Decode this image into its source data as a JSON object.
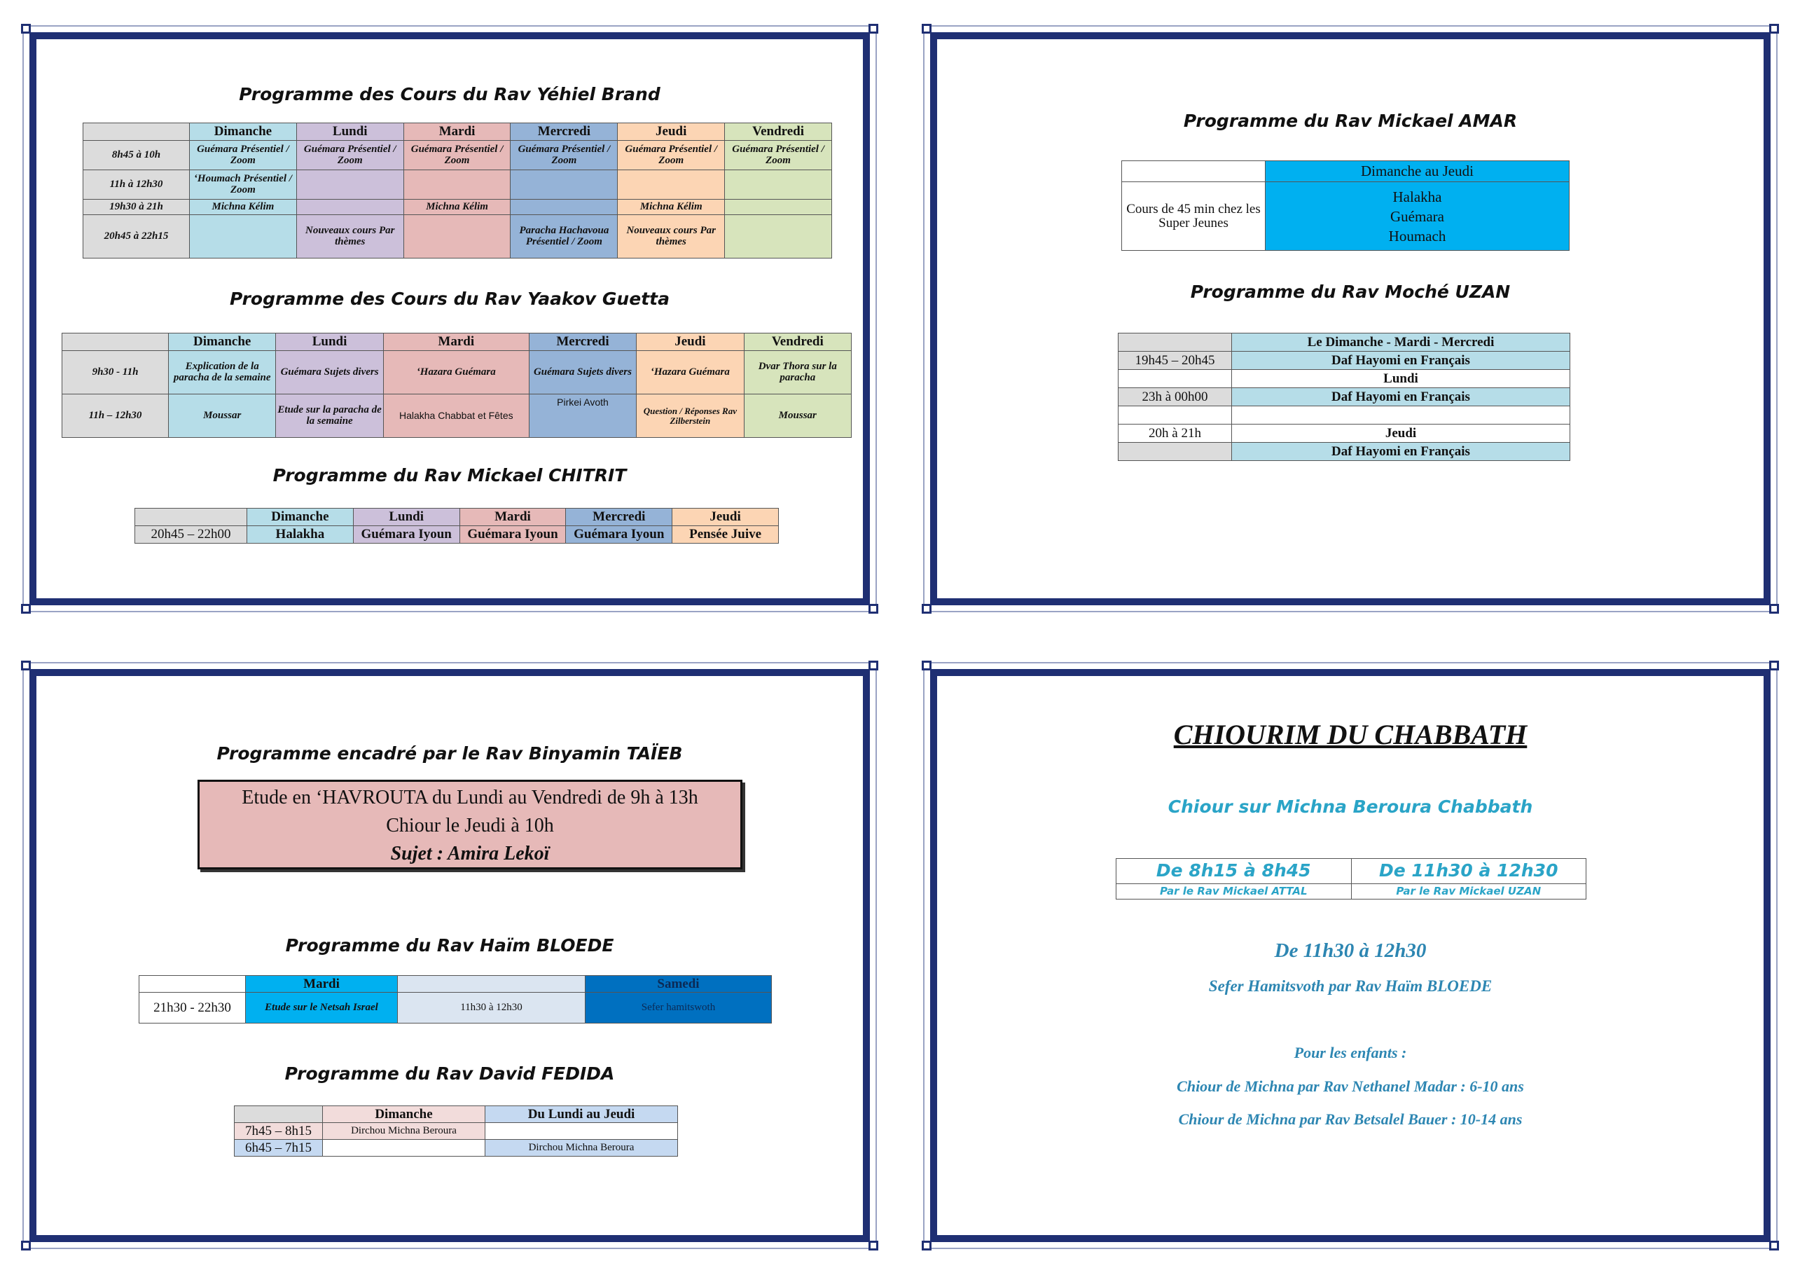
{
  "brand": {
    "frame": "#1f2f73"
  },
  "panel1": {
    "brand_title": "Programme des Cours du Rav Yéhiel Brand",
    "brand_head": [
      "Dimanche",
      "Lundi",
      "Mardi",
      "Mercredi",
      "Jeudi",
      "Vendredi"
    ],
    "brand_rows": [
      {
        "time": "8h45 à 10h",
        "cells": [
          "Guémara Présentiel / Zoom",
          "Guémara Présentiel / Zoom",
          "Guémara Présentiel / Zoom",
          "Guémara Présentiel / Zoom",
          "Guémara Présentiel / Zoom",
          "Guémara Présentiel / Zoom"
        ]
      },
      {
        "time": "11h à 12h30",
        "cells": [
          "‘Houmach Présentiel / Zoom",
          "",
          "",
          "",
          "",
          ""
        ]
      },
      {
        "time": "19h30 à 21h",
        "cells": [
          "Michna Kélim",
          "",
          "Michna Kélim",
          "",
          "Michna Kélim",
          ""
        ]
      },
      {
        "time": "20h45 à 22h15",
        "cells": [
          "",
          "Nouveaux cours Par thèmes",
          "",
          "Paracha Hachavoua Présentiel / Zoom",
          "Nouveaux cours Par thèmes",
          ""
        ]
      }
    ],
    "guetta_title": "Programme des Cours du Rav Yaakov Guetta",
    "guetta_head": [
      "Dimanche",
      "Lundi",
      "Mardi",
      "Mercredi",
      "Jeudi",
      "Vendredi"
    ],
    "guetta_rows": [
      {
        "time": "9h30 - 11h",
        "cells": [
          "Explication de la paracha de la semaine",
          "Guémara Sujets divers",
          "‘Hazara Guémara",
          "Guémara Sujets divers",
          "‘Hazara Guémara",
          "Dvar Thora sur la paracha"
        ]
      },
      {
        "time": "11h – 12h30",
        "cells": [
          "Moussar",
          "Etude sur la paracha de la semaine",
          "Halakha Chabbat et Fêtes",
          "Pirkei Avoth",
          "Question / Réponses Rav Zilberstein",
          "Moussar"
        ]
      }
    ],
    "chitrit_title": "Programme du Rav Mickael CHITRIT",
    "chitrit_head": [
      "Dimanche",
      "Lundi",
      "Mardi",
      "Mercredi",
      "Jeudi"
    ],
    "chitrit_row": {
      "time": "20h45 – 22h00",
      "cells": [
        "Halakha",
        "Guémara Iyoun",
        "Guémara Iyoun",
        "Guémara Iyoun",
        "Pensée Juive"
      ]
    }
  },
  "panel2": {
    "amar_title": "Programme du Rav Mickael AMAR",
    "amar_head": "Dimanche au Jeudi",
    "amar_label": "Cours de 45 min chez les Super Jeunes",
    "amar_items": [
      "Halakha",
      "Guémara",
      "Houmach"
    ],
    "uzan_title": "Programme du Rav Moché UZAN",
    "uzan_rows": [
      {
        "time": "",
        "cell": "Le Dimanche -  Mardi -  Mercredi"
      },
      {
        "time": "19h45 – 20h45",
        "cell": "Daf Hayomi en Français"
      },
      {
        "time": "",
        "cell": "Lundi"
      },
      {
        "time": "23h à 00h00",
        "cell": "Daf Hayomi en Français"
      },
      {
        "time": "",
        "cell": ""
      },
      {
        "time": "20h à 21h",
        "cell": "Jeudi"
      },
      {
        "time": "",
        "cell": "Daf Hayomi en Français"
      }
    ]
  },
  "panel3": {
    "taieb_title": "Programme encadré par le Rav Binyamin TAÏEB",
    "taieb_lines": [
      "Etude en ‘HAVROUTA du Lundi au Vendredi de 9h à 13h",
      "Chiour le Jeudi à 10h",
      "Sujet : Amira Lekoï"
    ],
    "bloede_title": "Programme du Rav Haïm BLOEDE",
    "bloede_head": [
      "Mardi",
      "",
      "Samedi"
    ],
    "bloede_row": {
      "time": "21h30 - 22h30",
      "cells": [
        "Etude sur le Netsah Israel",
        "11h30 à 12h30",
        "Sefer hamitswoth"
      ]
    },
    "fedida_title": "Programme du Rav David FEDIDA",
    "fedida_head": [
      "Dimanche",
      "Du Lundi au Jeudi"
    ],
    "fedida_rows": [
      {
        "time": "7h45 – 8h15",
        "cells": [
          "Dirchou Michna Beroura",
          ""
        ]
      },
      {
        "time": "6h45 – 7h15",
        "cells": [
          "",
          "Dirchou Michna Beroura"
        ]
      }
    ]
  },
  "panel4": {
    "title": "CHIOURIM DU CHABBATH",
    "subtitle": "Chiour sur Michna Beroura Chabbath",
    "slots": [
      {
        "time": "De 8h15 à 8h45",
        "by": "Par le Rav Mickael ATTAL"
      },
      {
        "time": "De 11h30 à 12h30",
        "by": "Par le Rav Mickael UZAN"
      }
    ],
    "second_time": "De 11h30 à 12h30",
    "second_desc": "Sefer Hamitsvoth par Rav Haïm BLOEDE",
    "kids_title": "Pour les enfants :",
    "kids_lines": [
      "Chiour de Michna par Rav Nethanel Madar : 6-10 ans",
      "Chiour de Michna par Rav Betsalel Bauer : 10-14 ans"
    ]
  }
}
